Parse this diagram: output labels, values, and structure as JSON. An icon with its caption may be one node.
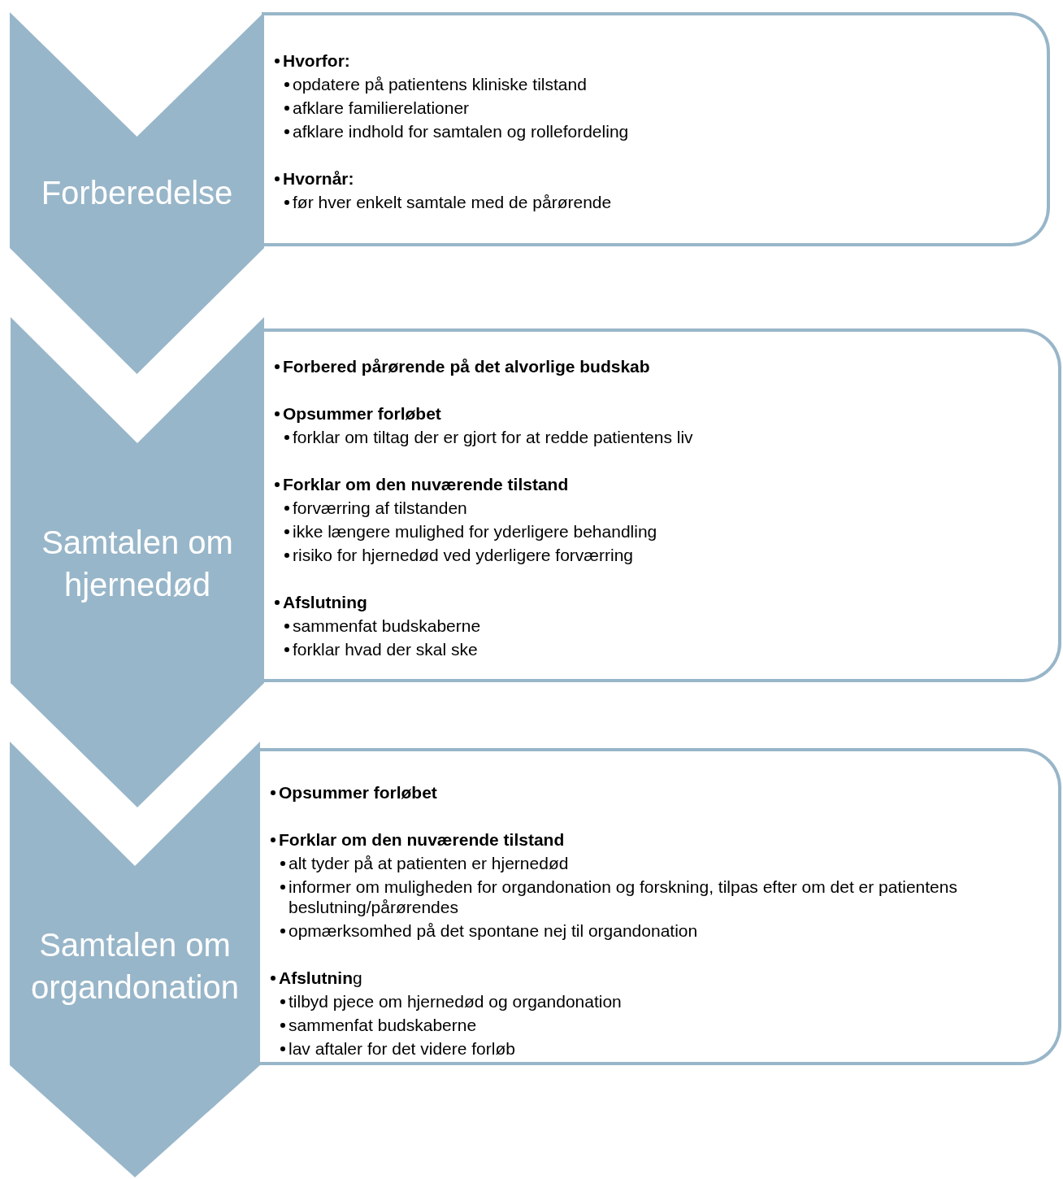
{
  "diagram": {
    "nodes": [
      {
        "text": [
          "Forberedelse"
        ]
      },
      {
        "text": [
          "Hvorfor:",
          "opdatere på patientens kliniske tilstand",
          "afklare familierelationer",
          "afklare indhold for samtalen og rollefordeling",
          "Hvornår:",
          "før hver enkelt samtale med de pårørende"
        ]
      },
      {
        "text": [
          "Samtalen om hjernedød"
        ]
      },
      {
        "text": [
          "Forbered pårørende på det alvorlige budskab",
          "Opsummer forløbet",
          "forklar om tiltag der er gjort for at redde patientens liv",
          "Forklar om den nuværende tilstand",
          "forværring af tilstanden",
          "ikke længere mulighed for yderligere behandling",
          "risiko for hjernedød ved yderligere forværring",
          "Afslutning",
          "sammenfat budskaberne",
          "forklar hvad der skal ske"
        ]
      },
      {
        "text": [
          "Samtalen om organdonation"
        ]
      },
      {
        "text": [
          "Opsummer forløbet",
          "Forklar om den nuværende tilstand",
          "alt tyder på at patienten er hjernedød",
          "informer om muligheden for organdonation og forskning, tilpas efter om det er patientens beslutning/pårørendes",
          "opmærksomhed på det spontane nej til organdonation",
          "**Afslutnin**g",
          "tilbyd pjece om hjernedød og organdonation",
          "sammenfat budskaberne",
          "lav aftaler for det videre forløb"
        ]
      }
    ],
    "edges": []
  }
}
